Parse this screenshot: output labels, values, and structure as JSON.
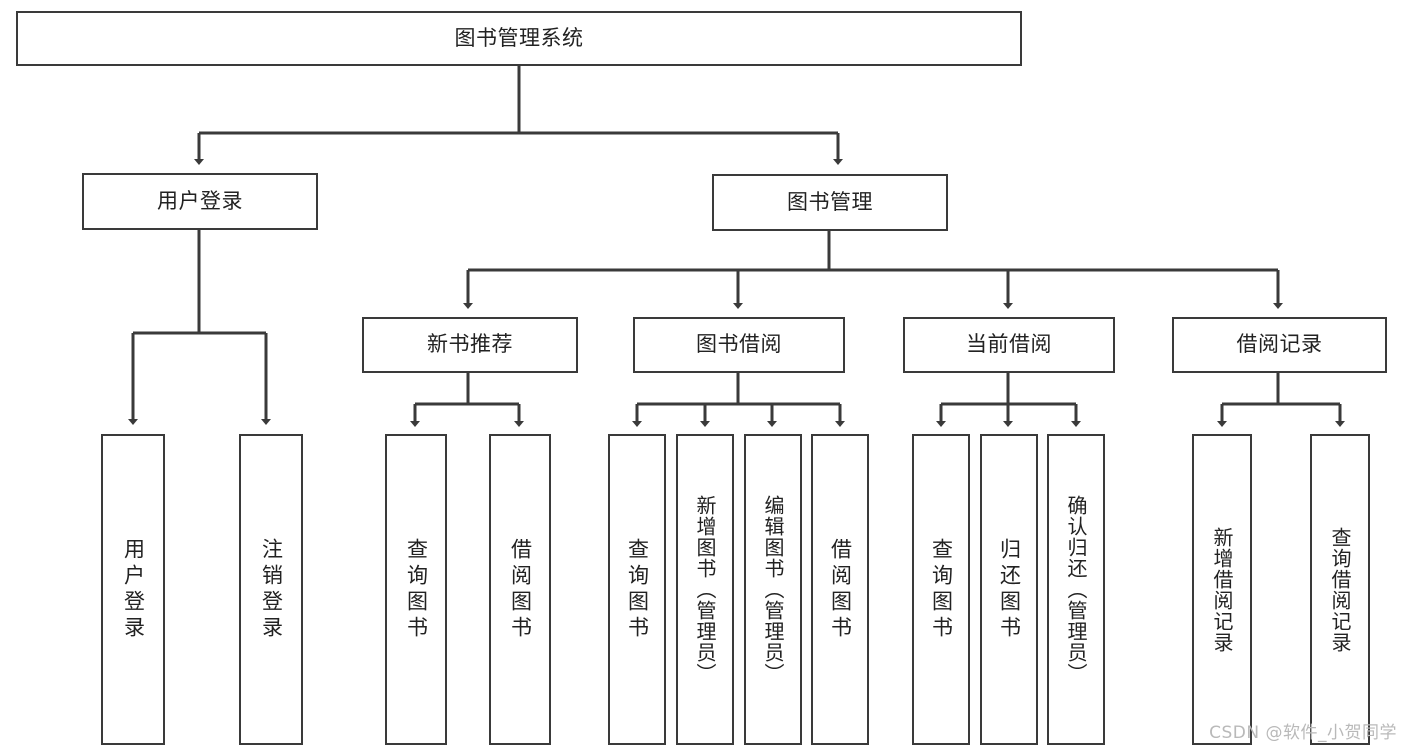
{
  "diagram": {
    "type": "tree-hierarchy",
    "title": "图书管理系统",
    "colors": {
      "stroke": "#3a3a3a",
      "background": "#ffffff",
      "text": "#222222",
      "watermark": "#b9b9b9"
    },
    "root": {
      "label": "图书管理系统"
    },
    "level2": [
      {
        "label": "用户登录"
      },
      {
        "label": "图书管理"
      }
    ],
    "level3": [
      {
        "label": "新书推荐"
      },
      {
        "label": "图书借阅"
      },
      {
        "label": "当前借阅"
      },
      {
        "label": "借阅记录"
      }
    ],
    "leaves": {
      "user_login": [
        {
          "label": "用户登录"
        },
        {
          "label": "注销登录"
        }
      ],
      "new_book": [
        {
          "label": "查询图书"
        },
        {
          "label": "借阅图书"
        }
      ],
      "book_borrow": [
        {
          "label": "查询图书"
        },
        {
          "label": "新增图书（管理员）"
        },
        {
          "label": "编辑图书（管理员）"
        },
        {
          "label": "借阅图书"
        }
      ],
      "current_borrow": [
        {
          "label": "查询图书"
        },
        {
          "label": "归还图书"
        },
        {
          "label": "确认归还（管理员）"
        }
      ],
      "borrow_record": [
        {
          "label": "新增借阅记录"
        },
        {
          "label": "查询借阅记录"
        }
      ]
    }
  },
  "watermark": {
    "text": "CSDN @软件_小贺同学"
  }
}
